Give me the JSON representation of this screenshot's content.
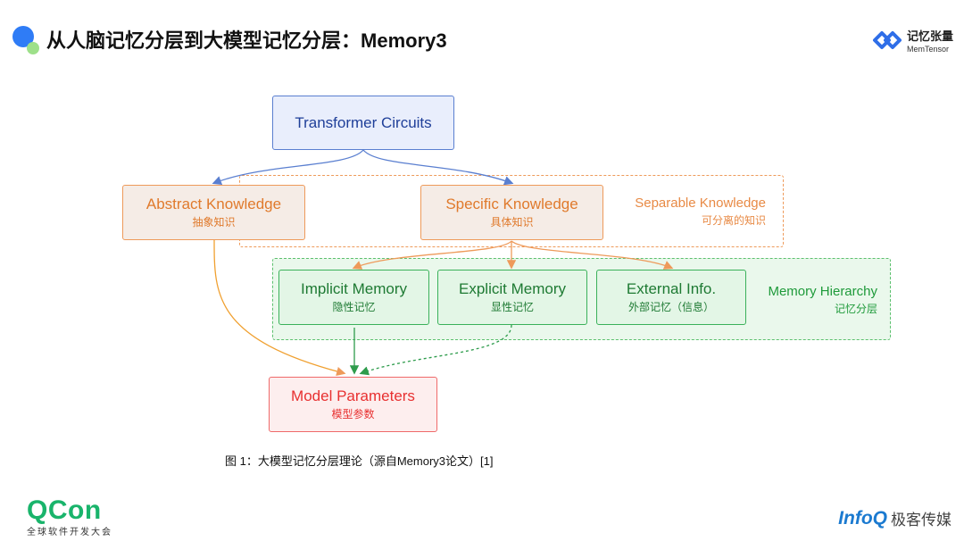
{
  "header": {
    "title": "从人脑记忆分层到大模型记忆分层：Memory3",
    "brand_cn": "记忆张量",
    "brand_en": "MemTensor"
  },
  "diagram": {
    "transformer": {
      "en": "Transformer Circuits"
    },
    "abstract": {
      "en": "Abstract Knowledge",
      "cn": "抽象知识"
    },
    "specific": {
      "en": "Specific Knowledge",
      "cn": "具体知识"
    },
    "separable": {
      "en": "Separable Knowledge",
      "cn": "可分离的知识"
    },
    "implicit": {
      "en": "Implicit Memory",
      "cn": "隐性记忆"
    },
    "explicit": {
      "en": "Explicit Memory",
      "cn": "显性记忆"
    },
    "external": {
      "en": "External Info.",
      "cn": "外部记忆（信息）"
    },
    "hierarchy": {
      "en": "Memory Hierarchy",
      "cn": "记忆分层"
    },
    "params": {
      "en": "Model Parameters",
      "cn": "模型参数"
    }
  },
  "caption": "图 1：大模型记忆分层理论（源自Memory3论文）[1]",
  "footer": {
    "qcon": "QCon",
    "qcon_sub": "全球软件开发大会",
    "infoq": "InfoQ",
    "infoq_cn": "极客传媒"
  },
  "colors": {
    "blue": "#5a7fd0",
    "orange": "#ee9a5a",
    "green": "#3ab15a",
    "red": "#ef6a6a"
  }
}
